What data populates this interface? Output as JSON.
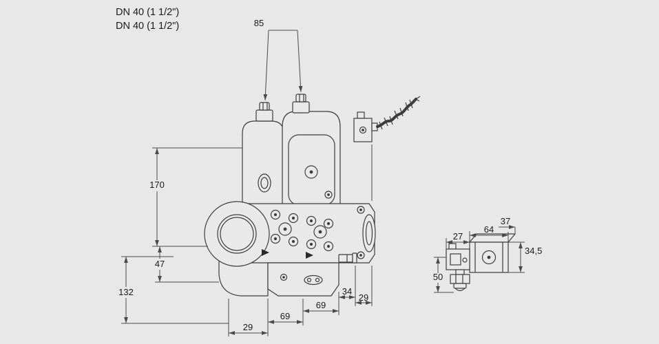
{
  "title": {
    "line1": "DN 40 (1 1/2\")",
    "line2": "DN 40 (1 1/2\")"
  },
  "dimensions": {
    "actuator_spacing": "85",
    "upper_height": "170",
    "flange_center_to_base": "47",
    "lower_height": "132",
    "bottom_left_width": "29",
    "bottom_span_left": "69",
    "bottom_span_right": "69",
    "tap_width": "34",
    "bottom_right_width": "29",
    "side_view": {
      "connector_width": "27",
      "coil_width": "64",
      "coil_depth": "37",
      "coil_height": "34,5",
      "assembly_height": "50"
    }
  },
  "colors": {
    "background": "#e8e8e8",
    "drawing_line": "#3c3c3c",
    "dimension_line": "#4a4a4a",
    "text": "#1a1a1a"
  }
}
